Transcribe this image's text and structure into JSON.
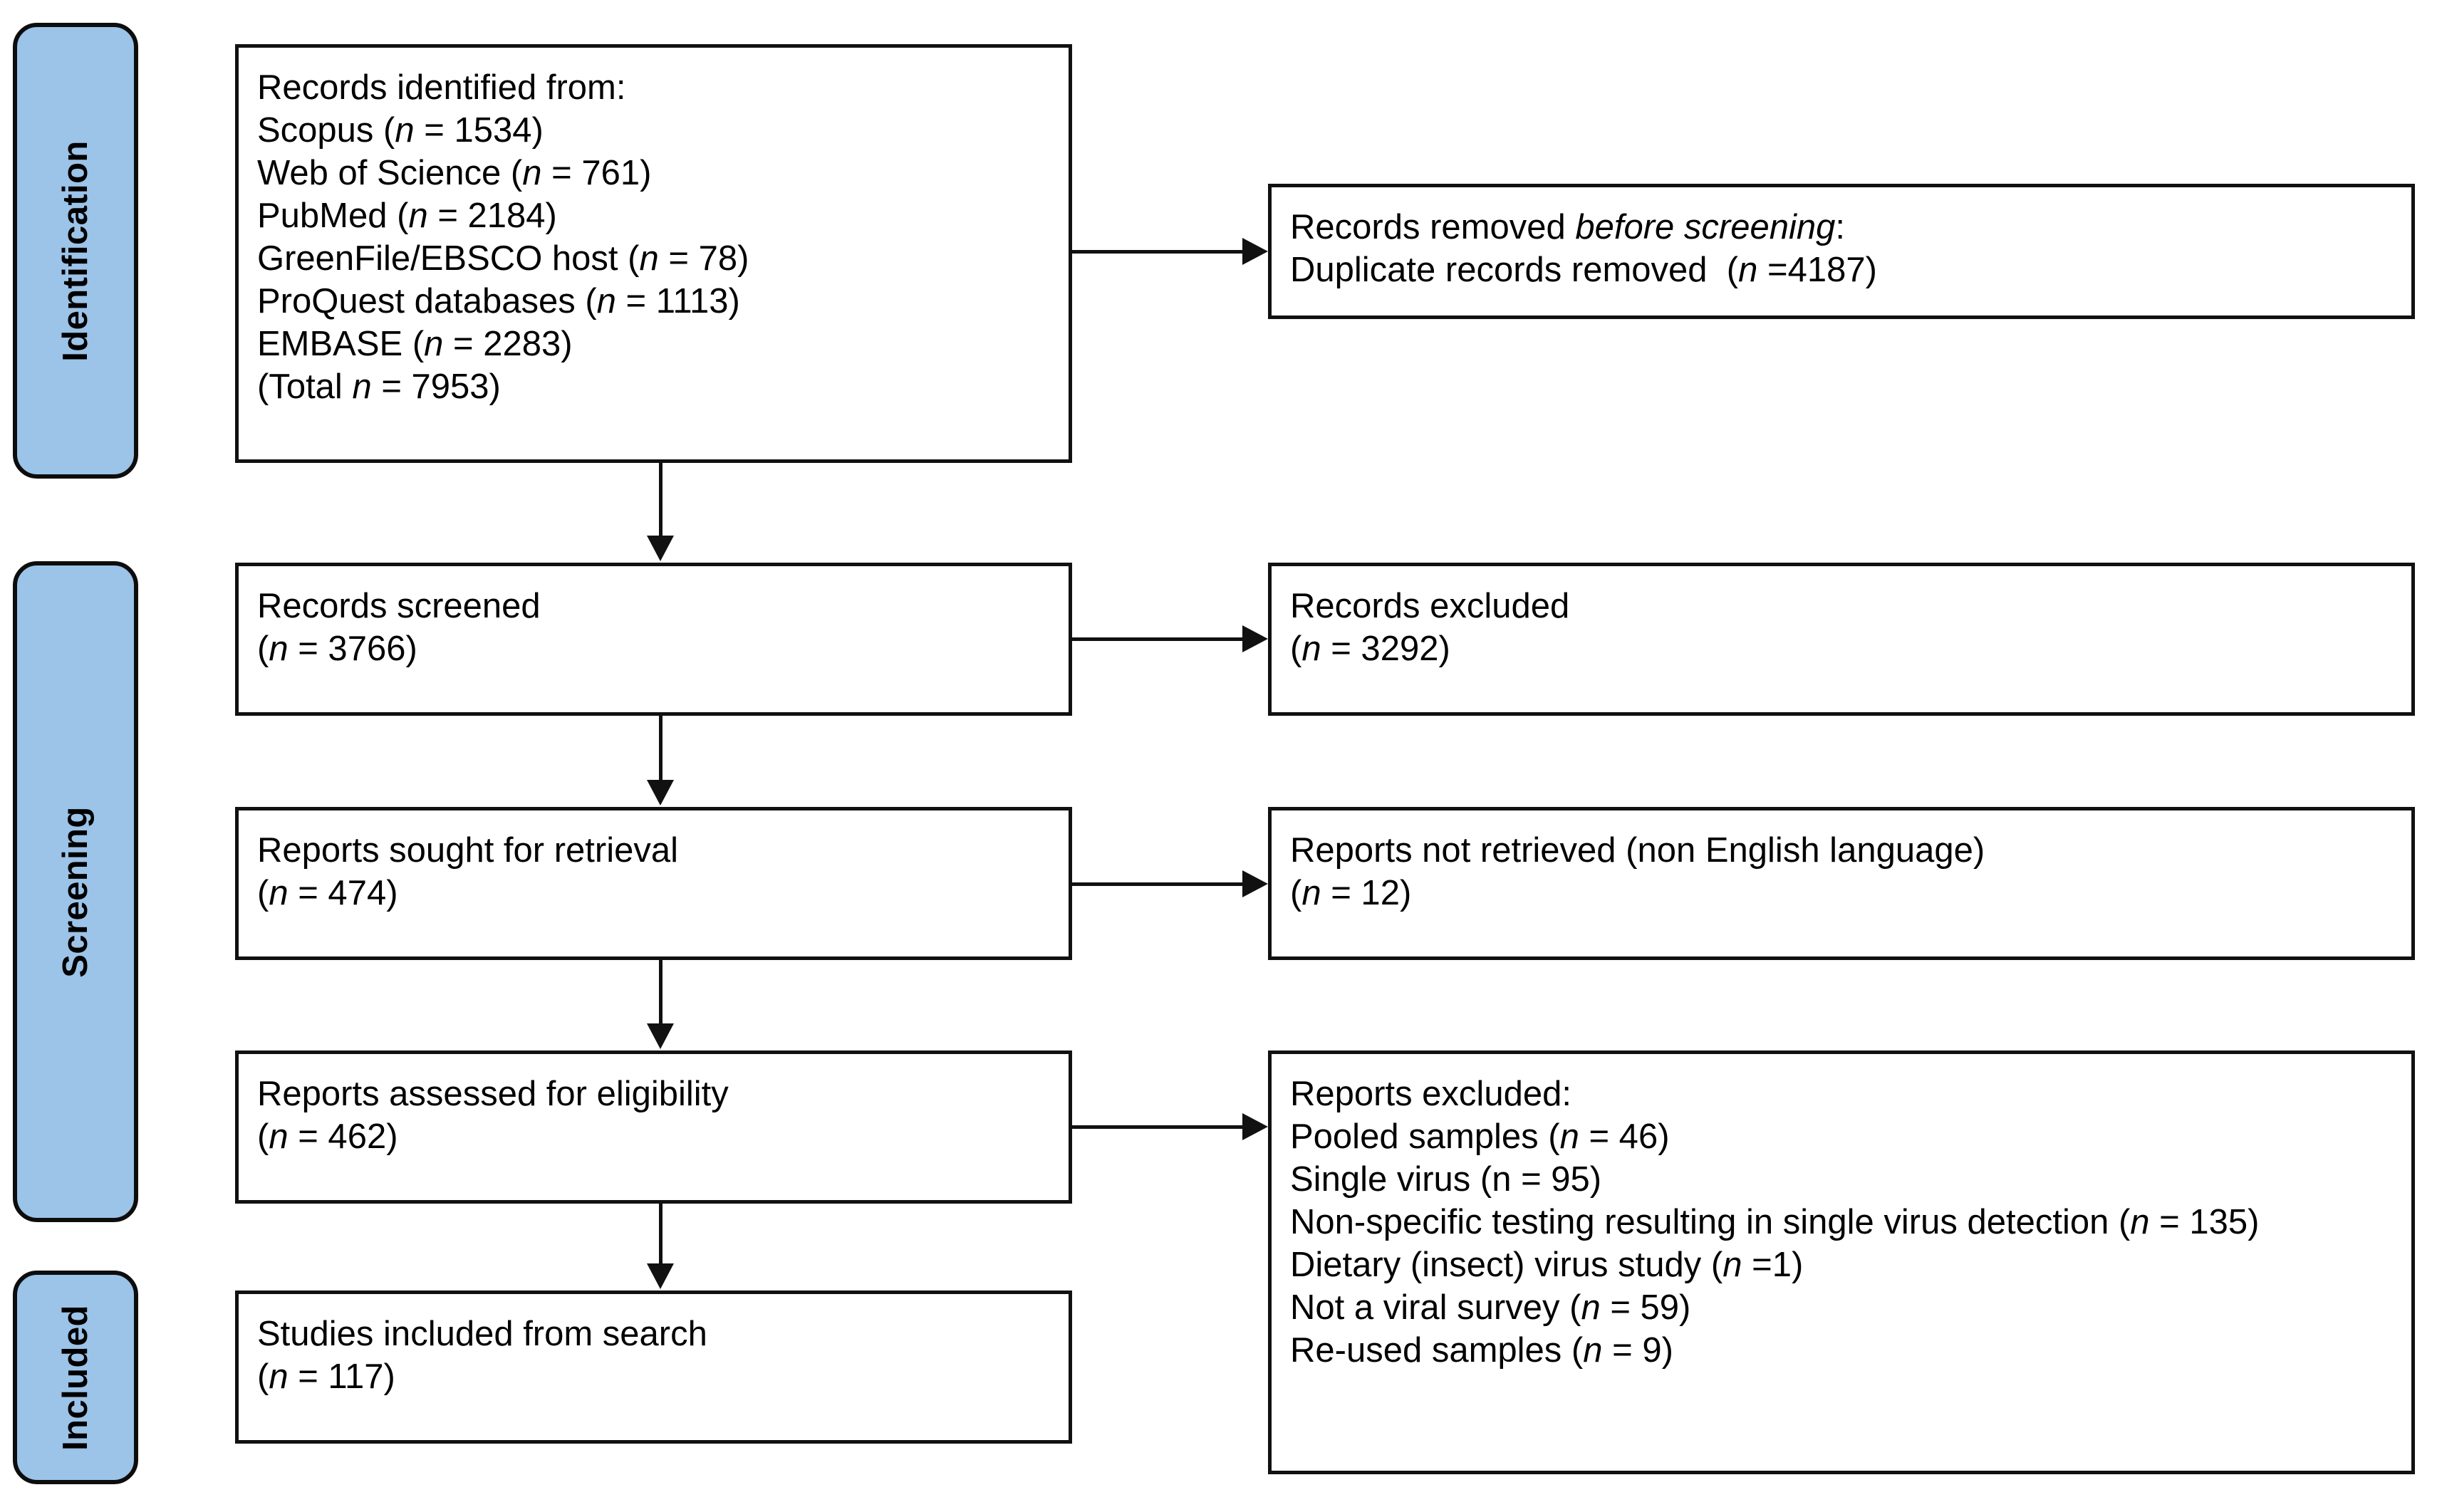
{
  "title": "PRISMA 2020 flow diagram",
  "colors": {
    "stage_fill": "#9cc3e8",
    "stroke": "#111111",
    "background": "#ffffff"
  },
  "stages": [
    {
      "id": "identification",
      "label": "Identification"
    },
    {
      "id": "screening",
      "label": "Screening"
    },
    {
      "id": "included",
      "label": "Included"
    }
  ],
  "boxes": {
    "records_identified": {
      "stage": "identification",
      "side": "left",
      "lines": [
        "Records identified from:",
        "Scopus (<em>n</em> = 1534)",
        "Web of Science (<em>n</em> = 761)",
        "PubMed (<em>n</em> = 2184)",
        "GreenFile/EBSCO host (<em>n</em> = 78)",
        "ProQuest databases (<em>n</em> = 1113)",
        "EMBASE (<em>n</em> = 2283)",
        "(Total <em>n</em> = 7953)"
      ]
    },
    "records_removed": {
      "stage": "identification",
      "side": "right",
      "lines": [
        "Records removed <em>before screening</em>:",
        "Duplicate records removed  (<em>n</em> =4187)"
      ]
    },
    "records_screened": {
      "stage": "screening",
      "side": "left",
      "lines": [
        "Records screened",
        "(<em>n</em> = 3766)"
      ]
    },
    "records_excluded": {
      "stage": "screening",
      "side": "right",
      "lines": [
        "Records excluded",
        "(<em>n</em> = 3292)"
      ]
    },
    "reports_sought": {
      "stage": "screening",
      "side": "left",
      "lines": [
        "Reports sought for retrieval",
        "(<em>n</em> = 474)"
      ]
    },
    "reports_not_retrieved": {
      "stage": "screening",
      "side": "right",
      "lines": [
        "Reports not retrieved (non English language)",
        "(<em>n</em> = 12)"
      ]
    },
    "reports_assessed": {
      "stage": "screening",
      "side": "left",
      "lines": [
        "Reports assessed for eligibility",
        "(<em>n</em> = 462)"
      ]
    },
    "reports_excluded": {
      "stage": "screening",
      "side": "right",
      "lines": [
        "Reports excluded:",
        "Pooled samples (<em>n</em> = 46)",
        "Single virus (n = 95)",
        "Non-specific testing resulting in single virus detection (<em>n</em> = 135)",
        "Dietary (insect) virus study (<em>n</em> =1)",
        "Not a viral survey (<em>n</em> = 59)",
        "Re-used samples (<em>n</em> = 9)"
      ]
    },
    "studies_included": {
      "stage": "included",
      "side": "left",
      "lines": [
        "Studies included from search",
        "(<em>n</em> = 117)"
      ]
    }
  },
  "flow_counts": {
    "identified_total": 7953,
    "sources": {
      "Scopus": 1534,
      "Web of Science": 761,
      "PubMed": 2184,
      "GreenFile/EBSCO host": 78,
      "ProQuest databases": 1113,
      "EMBASE": 2283
    },
    "duplicates_removed": 4187,
    "screened": 3766,
    "excluded_at_screening": 3292,
    "sought_for_retrieval": 474,
    "not_retrieved": 12,
    "assessed_for_eligibility": 462,
    "reports_excluded": {
      "Pooled samples": 46,
      "Single virus": 95,
      "Non-specific testing resulting in single virus detection": 135,
      "Dietary (insect) virus study": 1,
      "Not a viral survey": 59,
      "Re-used samples": 9
    },
    "studies_included": 117
  }
}
